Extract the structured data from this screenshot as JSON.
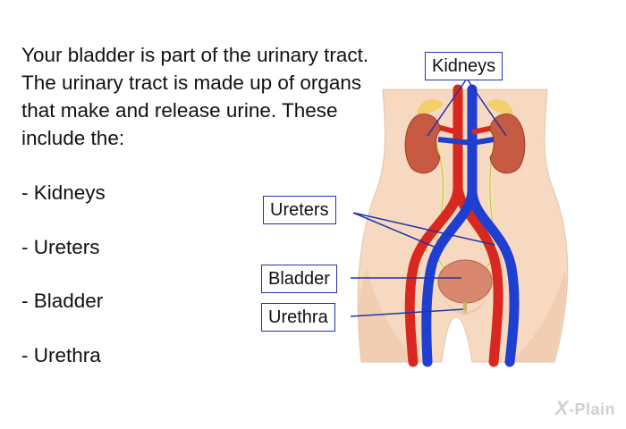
{
  "text": {
    "intro": "Your bladder is part of the urinary tract. The urinary tract is made up of organs that make and release urine. These include the:",
    "items": [
      "- Kidneys",
      "- Ureters",
      "- Bladder",
      "- Urethra"
    ]
  },
  "diagram": {
    "labels": {
      "kidneys": "Kidneys",
      "ureters": "Ureters",
      "bladder": "Bladder",
      "urethra": "Urethra"
    },
    "colors": {
      "skin": "#f6d9c0",
      "kidney": "#c65a42",
      "artery": "#d8281f",
      "vein": "#1f3fd0",
      "ureter": "#f3e6a8",
      "bladder": "#d9876e",
      "label_border": "#2233aa"
    }
  },
  "logo": {
    "x": "X",
    "text": "-Plain"
  }
}
